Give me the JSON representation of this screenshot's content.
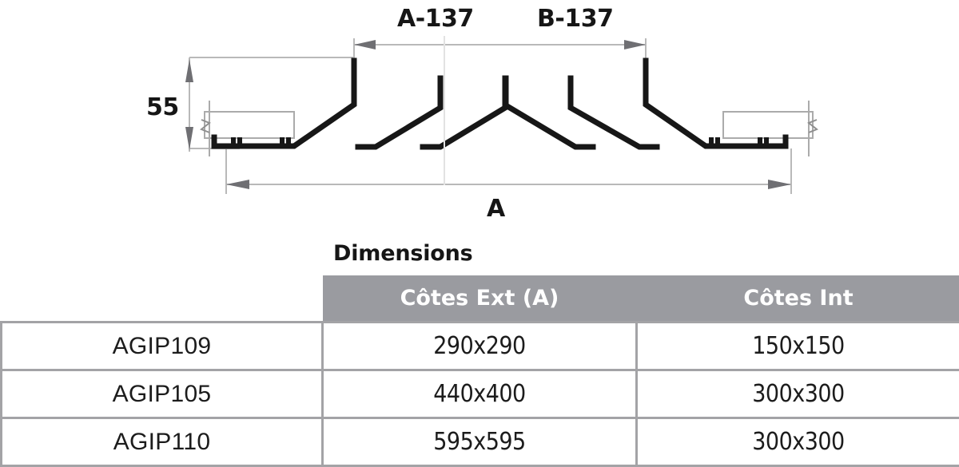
{
  "drawing": {
    "name": "ceiling-diffuser-cross-section",
    "labels": {
      "top_left_dim": "A-137",
      "top_right_dim": "B-137",
      "height_dim": "55",
      "width_dim": "A"
    },
    "colors": {
      "profile_stroke": "#171717",
      "dimension_line": "#b7b7b7",
      "thin_outline": "#a8a8a8"
    }
  },
  "table": {
    "title": "Dimensions",
    "header_bg": "#9a9ba0",
    "border_color": "#a3a3a6",
    "columns": [
      "",
      "Côtes Ext (A)",
      "Côtes Int"
    ],
    "rows": [
      {
        "code": "AGIP109",
        "ext": "290x290",
        "int": "150x150"
      },
      {
        "code": "AGIP105",
        "ext": "440x400",
        "int": "300x300"
      },
      {
        "code": "AGIP110",
        "ext": "595x595",
        "int": "300x300"
      }
    ]
  }
}
